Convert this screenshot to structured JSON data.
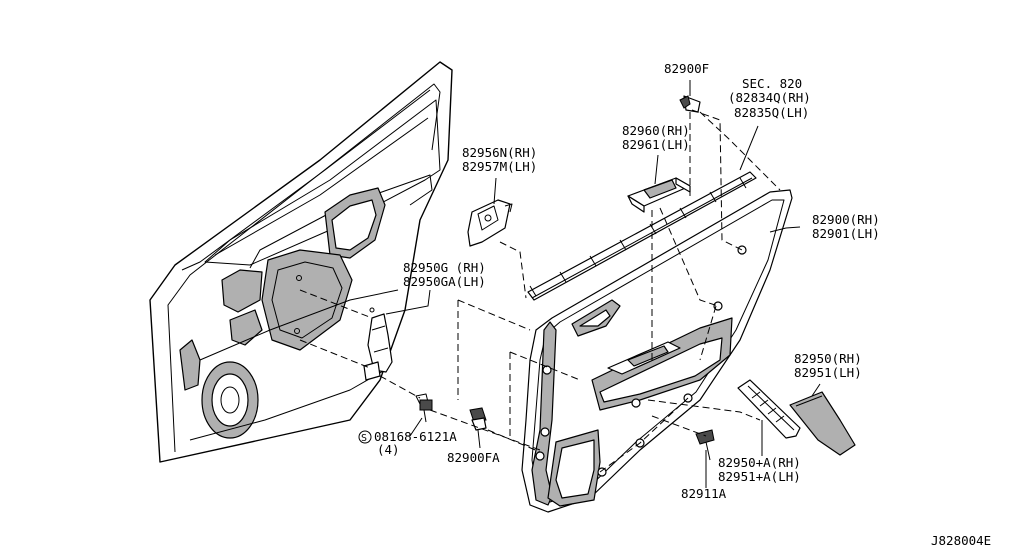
{
  "labels": {
    "p82900F": "82900F",
    "sec820": "SEC. 820",
    "p828340": "(82834Q(RH)",
    "p828350": "82835Q(LH)",
    "p82960": "82960(RH)",
    "p82961": "82961(LH)",
    "p82956N": "82956N(RH)",
    "p82957M": "82957M(LH)",
    "p82900": "82900(RH)",
    "p82901": "82901(LH)",
    "p82950G": "82950G (RH)",
    "p82950GA": "82950GA(LH)",
    "p82950": "82950(RH)",
    "p82951": "82951(LH)",
    "p82950A": "82950+A(RH)",
    "p82951A": "82951+A(LH)",
    "p82911A": "82911A",
    "p82900FA": "82900FA",
    "p08168": "08168-6121A",
    "qty4": "(4)",
    "s_symbol": "S",
    "diagram_code": "J828004E"
  }
}
